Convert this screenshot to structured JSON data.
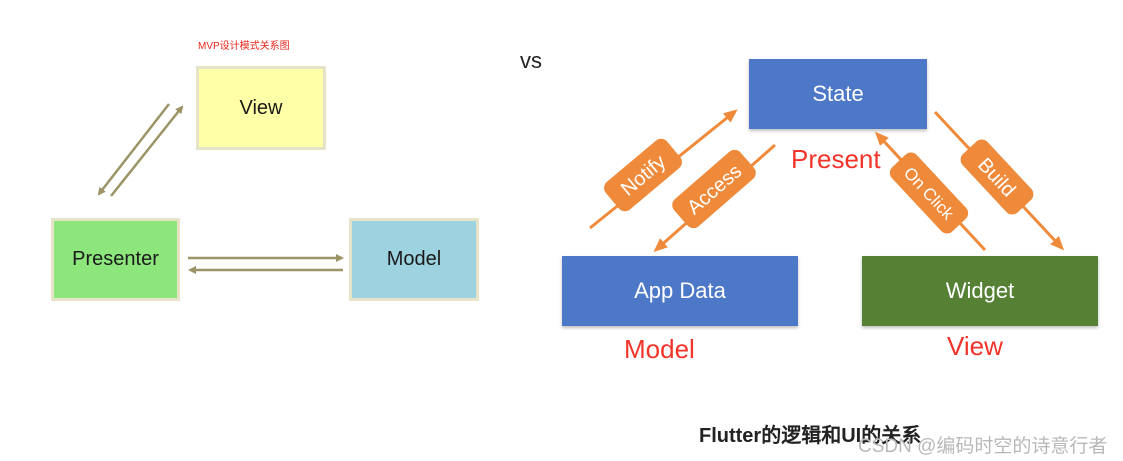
{
  "mvp": {
    "title": "MVP设计模式关系图",
    "view": "View",
    "presenter": "Presenter",
    "model": "Model"
  },
  "vs": "vs",
  "flutter": {
    "state": "State",
    "app_data": "App Data",
    "widget": "Widget",
    "present": "Present",
    "model": "Model",
    "view": "View",
    "arrows": {
      "notify": "Notify",
      "access": "Access",
      "on_click": "On Click",
      "build": "Build"
    },
    "caption": "Flutter的逻辑和UI的关系"
  },
  "watermark": "CSDN @编码时空的诗意行者",
  "colors": {
    "view_box": "#ffffa8",
    "presenter_box": "#8ce67c",
    "model_box": "#9dd2e1",
    "mvp_arrow": "#9c9466",
    "flutter_blue": "#4d78c8",
    "flutter_green": "#568135",
    "flutter_orange": "#ef8a3a",
    "label_red": "#f2342a"
  }
}
